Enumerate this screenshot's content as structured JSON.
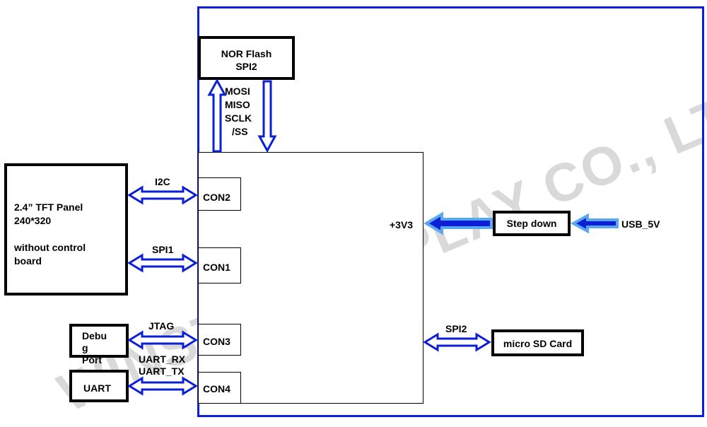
{
  "watermark": "WINSTAR DISPLAY CO., LTD.",
  "colors": {
    "board_border": "#0a1fd6",
    "arrow": "#0a1fd6",
    "power_arrow_glow": "#5aa8f0"
  },
  "nor_flash": {
    "line1": "NOR Flash",
    "line2": "SPI2"
  },
  "spi_signals": [
    "MOSI",
    "MISO",
    "SCLK",
    "/SS"
  ],
  "tft_panel": {
    "line1": "2.4” TFT Panel",
    "line2": "240*320",
    "line3": "without control",
    "line4": "board"
  },
  "buses": {
    "i2c": "I2C",
    "spi1": "SPI1",
    "jtag": "JTAG",
    "uart_rx": "UART_RX",
    "uart_tx": "UART_TX",
    "spi2": "SPI2"
  },
  "connectors": {
    "con1": "CON1",
    "con2": "CON2",
    "con3": "CON3",
    "con4": "CON4"
  },
  "debug_port": {
    "line1": "Debu",
    "line2": "g",
    "line3": "Port"
  },
  "uart": "UART",
  "power": {
    "rail": "+3V3",
    "step_down": "Step down",
    "usb": "USB_5V"
  },
  "micro_sd": "micro SD Card"
}
